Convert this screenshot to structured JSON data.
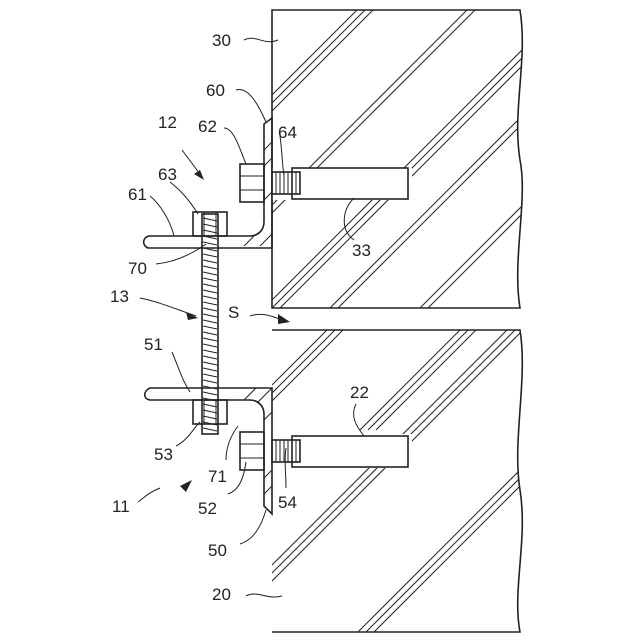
{
  "labels": {
    "l30": "30",
    "l60": "60",
    "l62": "62",
    "l64": "64",
    "l12": "12",
    "l63": "63",
    "l61": "61",
    "l33": "33",
    "l70": "70",
    "l13": "13",
    "lS": "S",
    "l51": "51",
    "l22": "22",
    "l53": "53",
    "l71": "71",
    "l11": "11",
    "l52": "52",
    "l54": "54",
    "l50": "50",
    "l20": "20"
  }
}
